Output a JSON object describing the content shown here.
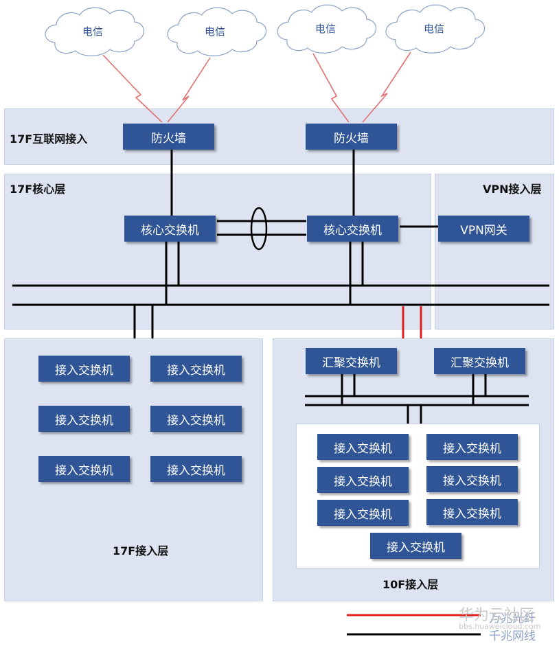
{
  "clouds": [
    {
      "label": "电信"
    },
    {
      "label": "电信"
    },
    {
      "label": "电信"
    },
    {
      "label": "电信"
    }
  ],
  "regions": {
    "internet": "17F互联网接入",
    "core": "17F核心层",
    "vpn": "VPN接入层",
    "access17": "17F接入层",
    "access10": "10F接入层"
  },
  "devices": {
    "firewall_1": "防火墙",
    "firewall_2": "防火墙",
    "core_1": "核心交换机",
    "core_2": "核心交换机",
    "vpn_gateway": "VPN网关",
    "agg_1": "汇聚交换机",
    "agg_2": "汇聚交换机",
    "access_17": [
      "接入交换机",
      "接入交换机",
      "接入交换机",
      "接入交换机",
      "接入交换机",
      "接入交换机"
    ],
    "access_10": [
      "接入交换机",
      "接入交换机",
      "接入交换机",
      "接入交换机",
      "接入交换机",
      "接入交换机",
      "接入交换机"
    ]
  },
  "legend": {
    "red_label": "万兆光纤",
    "black_label": "千兆网线",
    "red_color": "#e02020",
    "black_color": "#000000"
  },
  "watermark": {
    "title": "华为云社区",
    "url": "bbs.huaweicloud.com"
  }
}
